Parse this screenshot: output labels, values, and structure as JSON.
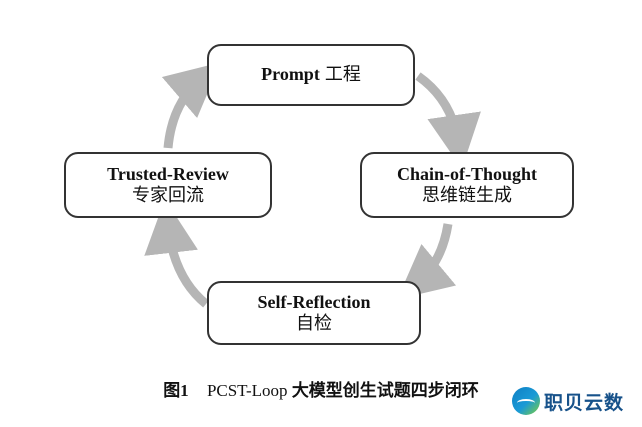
{
  "nodes": {
    "prompt": {
      "en": "Prompt",
      "zh": "工程"
    },
    "cot": {
      "en": "Chain-of-Thought",
      "zh": "思维链生成"
    },
    "reflect": {
      "en": "Self-Reflection",
      "zh": "自检"
    },
    "review": {
      "en": "Trusted-Review",
      "zh": "专家回流"
    }
  },
  "caption": {
    "figure_number": "图1",
    "latin": "PCST-Loop",
    "chinese": "大模型创生试题四步闭环"
  },
  "watermark": {
    "text": "职贝云数"
  },
  "colors": {
    "arrow": "#b5b5b5",
    "border": "#333333",
    "text": "#111111"
  }
}
